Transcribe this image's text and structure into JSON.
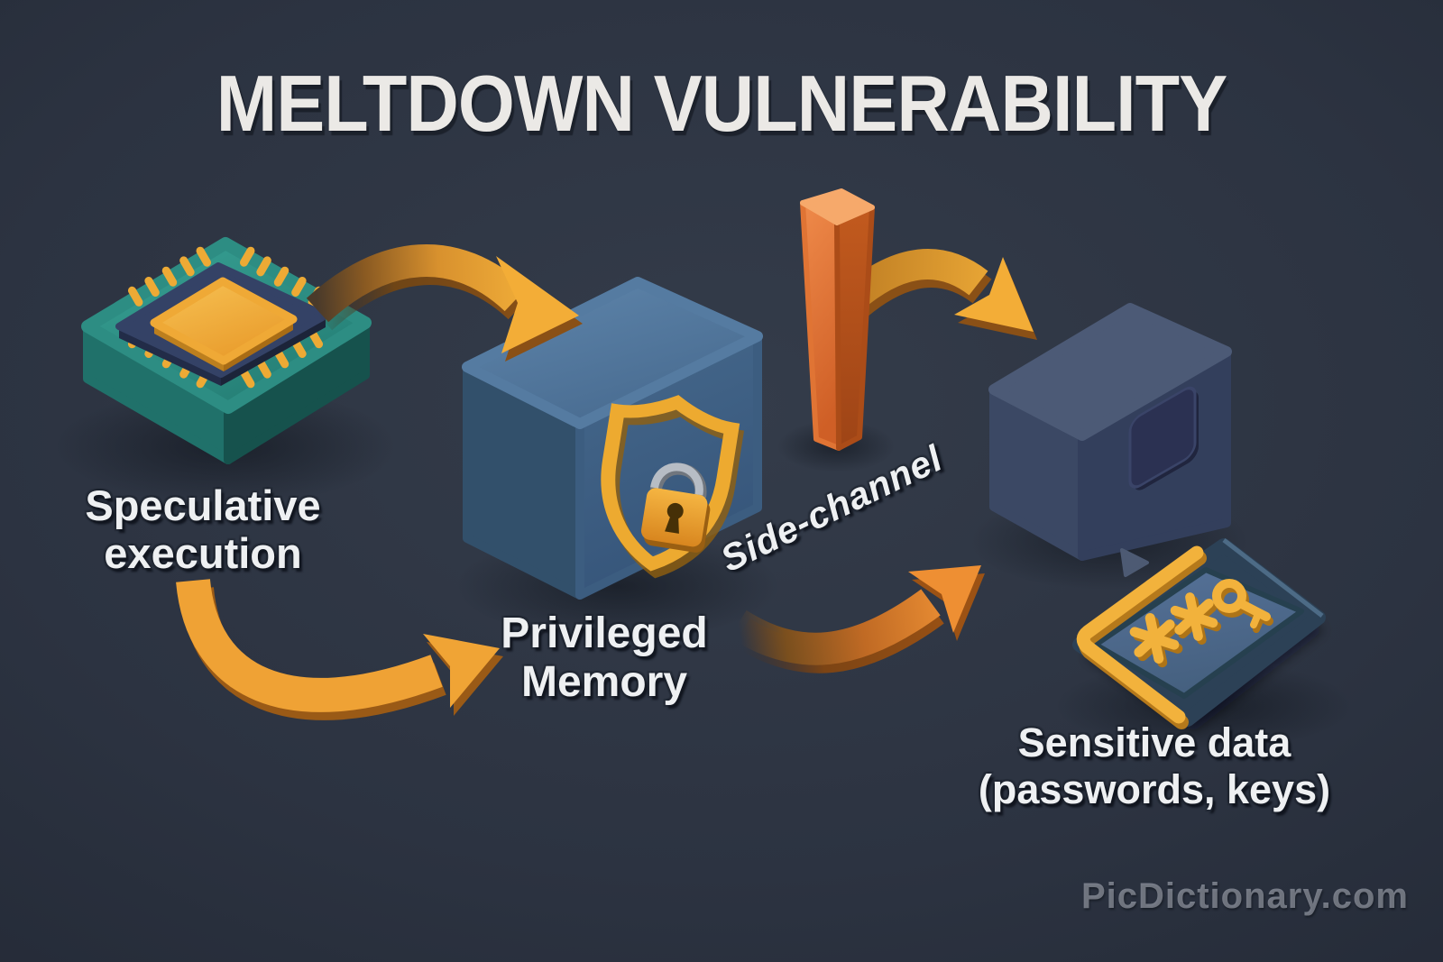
{
  "title": "MELTDOWN VULNERABILITY",
  "watermark": "PicDictionary.com",
  "nodes": {
    "speculative_execution": {
      "line1": "Speculative",
      "line2": "execution",
      "icon": "cpu-chip-icon"
    },
    "privileged_memory": {
      "line1": "Privileged",
      "line2": "Memory",
      "icon": "shield-lock-cube-icon"
    },
    "side_channel": {
      "label": "Side-channel",
      "icon": "side-channel-bar-icon"
    },
    "memory_box": {
      "icon": "memory-box-icon"
    },
    "sensitive_data": {
      "line1": "Sensitive data",
      "line2": "(passwords, keys)",
      "icon": "password-card-icon"
    }
  },
  "arrows": [
    {
      "from": "speculative-execution-chip",
      "to": "privileged-memory-cube"
    },
    {
      "from": "speculative-execution-label",
      "to": "privileged-memory-label"
    },
    {
      "from": "side-channel-bar",
      "to": "memory-box"
    },
    {
      "from": "privileged-memory",
      "to": "sensitive-data-card"
    }
  ],
  "colors": {
    "background": "#2b323f",
    "gold": "#f2b13a",
    "orange": "#ec7e33",
    "teal": "#2f8f85",
    "cube_blue": "#3f6181",
    "navy_box": "#39465f",
    "card_blue": "#4d6683",
    "text": "#edeeef"
  }
}
